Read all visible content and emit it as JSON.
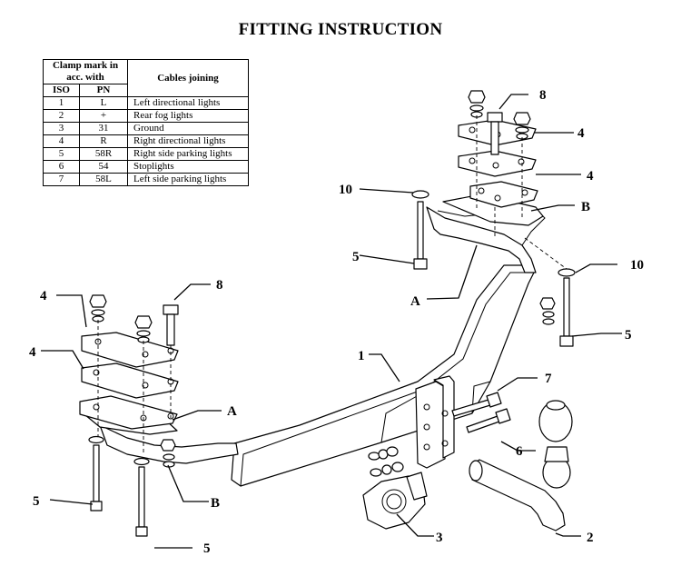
{
  "title": "FITTING INSTRUCTION",
  "table": {
    "header_clamp": "Clamp mark in acc. with",
    "header_cables": "Cables joining",
    "header_iso": "ISO",
    "header_pn": "PN",
    "rows": [
      {
        "iso": "1",
        "pn": "L",
        "desc": "Left directional lights"
      },
      {
        "iso": "2",
        "pn": "+",
        "desc": "Rear fog lights"
      },
      {
        "iso": "3",
        "pn": "31",
        "desc": "Ground"
      },
      {
        "iso": "4",
        "pn": "R",
        "desc": "Right directional lights"
      },
      {
        "iso": "5",
        "pn": "58R",
        "desc": "Right side parking lights"
      },
      {
        "iso": "6",
        "pn": "54",
        "desc": "Stoplights"
      },
      {
        "iso": "7",
        "pn": "58L",
        "desc": "Left side parking lights"
      }
    ]
  },
  "labels": {
    "c1": "1",
    "c2": "2",
    "c3": "3",
    "c4a": "4",
    "c4b": "4",
    "c4c": "4",
    "c4d": "4",
    "c5a": "5",
    "c5b": "5",
    "c5c": "5",
    "c5d": "5",
    "c6": "6",
    "c7": "7",
    "c8a": "8",
    "c8b": "8",
    "c10a": "10",
    "c10b": "10",
    "ca1": "A",
    "ca2": "A",
    "cb1": "B",
    "cb2": "B"
  }
}
